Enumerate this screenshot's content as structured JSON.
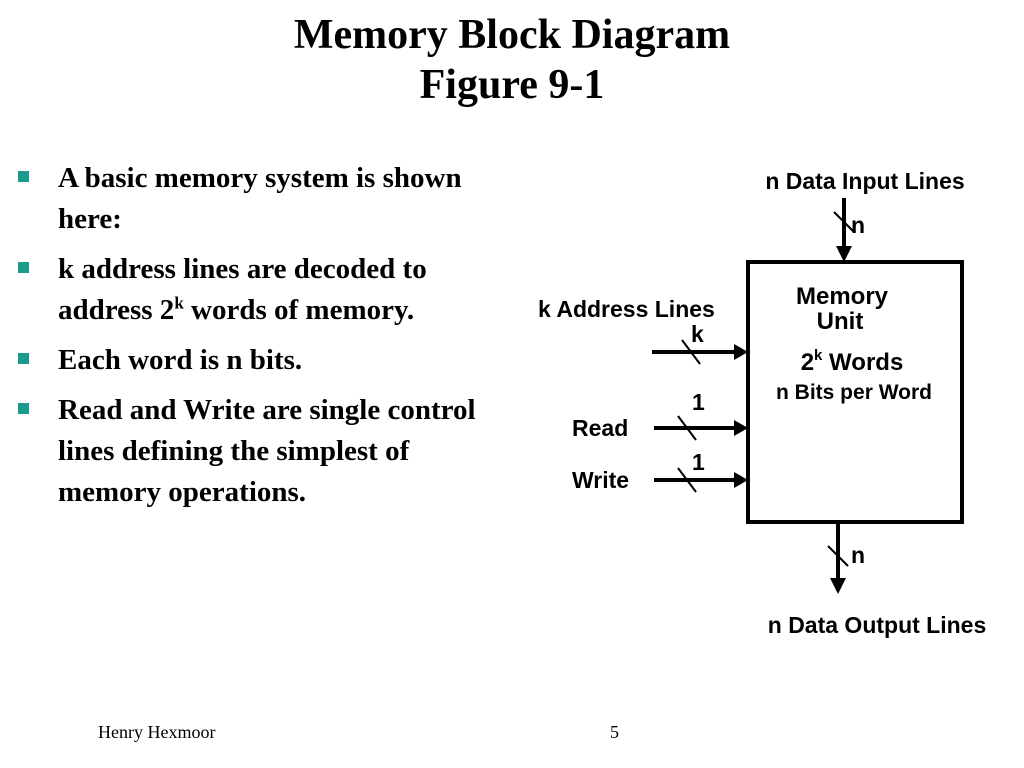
{
  "title": {
    "line1": "Memory Block Diagram",
    "line2": "Figure 9-1"
  },
  "bullets": {
    "b1": "A basic memory system is shown here:",
    "b2_pre": "k address lines are decoded to address 2",
    "b2_sup": "k",
    "b2_post": " words of memory.",
    "b3": "Each word is n bits.",
    "b4": "Read and Write are single control lines defining the simplest of memory operations."
  },
  "diagram": {
    "input_lines_label": "n Data Input Lines",
    "input_width": "n",
    "address_label": "k Address Lines",
    "address_width": "k",
    "read_label": "Read",
    "read_width": "1",
    "write_label": "Write",
    "write_width": "1",
    "unit_line1": "Memory",
    "unit_line2": "Unit",
    "words_base": "2",
    "words_sup": "k",
    "words_text": " Words",
    "bits_per_word": "n Bits per Word",
    "output_width": "n",
    "output_lines_label": "n Data Output Lines"
  },
  "footer": {
    "author": "Henry Hexmoor",
    "page": "5"
  }
}
